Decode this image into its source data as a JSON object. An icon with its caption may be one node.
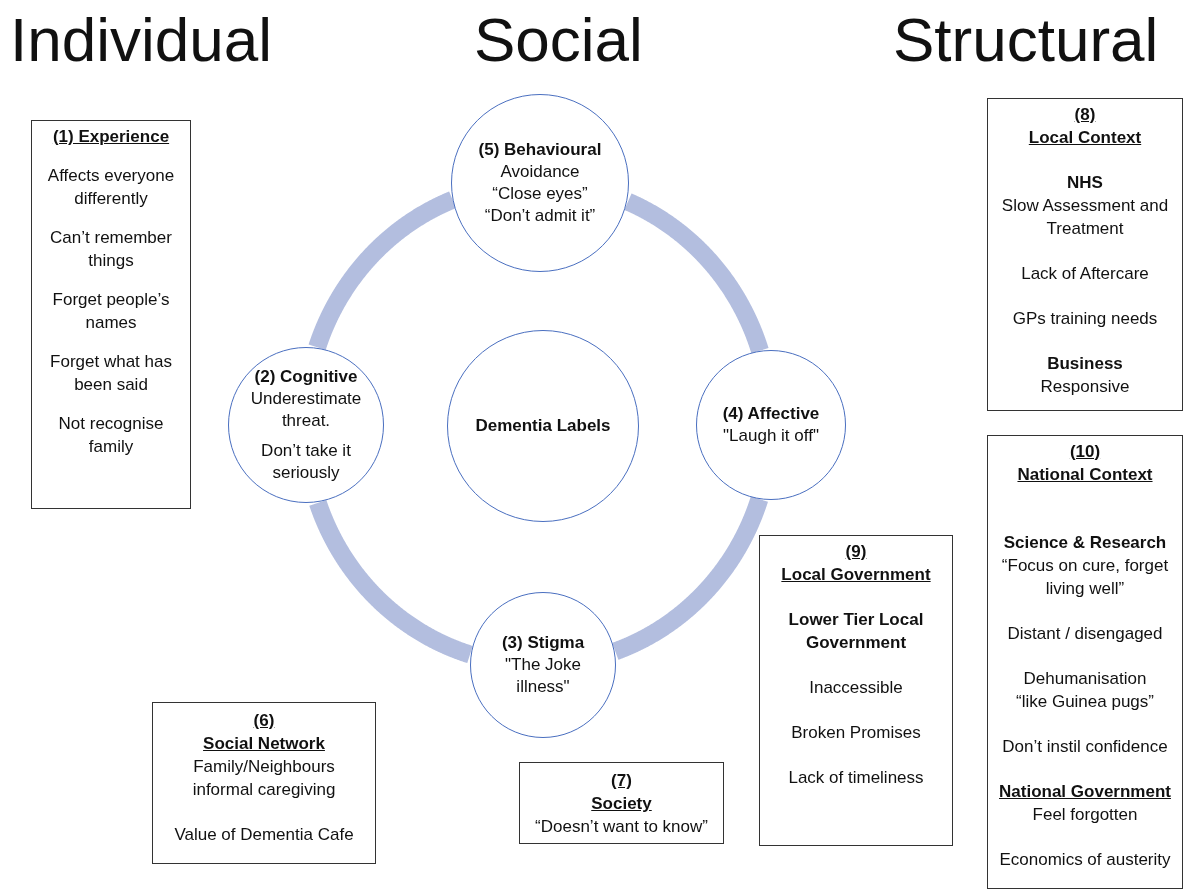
{
  "diagram": {
    "nodes": [
      {
        "text": [
          "(1) Experience",
          "Affects everyone differently",
          "Can’t remember things",
          "Forget people’s names",
          "Forget what has been said",
          "Not recognise family"
        ]
      },
      {
        "text": [
          "(5) Behavioural",
          "Avoidance",
          "“Close eyes”",
          "“Don’t admit it”"
        ]
      },
      {
        "text": [
          "(2) Cognitive",
          "Underestimate threat.",
          "Don’t take it seriously"
        ]
      },
      {
        "text": [
          "Dementia Labels"
        ]
      },
      {
        "text": [
          "(4) Affective",
          "\"Laugh it off\""
        ]
      },
      {
        "text": [
          "(3) Stigma",
          "\"The Joke illness\""
        ]
      },
      {
        "text": [
          "(6)",
          "Social Network",
          "Family/Neighbours informal caregiving",
          "Value of Dementia Cafe"
        ]
      },
      {
        "text": [
          "(7)",
          "Society",
          "“Doesn’t want to know”"
        ]
      },
      {
        "text": [
          "(8)",
          "Local Context",
          "NHS",
          "Slow Assessment and Treatment",
          "Lack of Aftercare",
          "GPs training needs",
          "Business",
          "Responsive"
        ]
      },
      {
        "text": [
          "(9)",
          "Local Government",
          "Lower Tier Local Government",
          "Inaccessible",
          "Broken Promises",
          "Lack of timeliness"
        ]
      },
      {
        "text": [
          "(10)",
          "National Context",
          "Science & Research",
          "“Focus on cure, forget living well”",
          "Distant / disengaged",
          "Dehumanisation",
          "“like Guinea pugs”",
          "Don’t instil confidence",
          "National Government",
          "Feel forgotten",
          "Economics of austerity"
        ]
      }
    ],
    "edges": [
      {
        "from": 1,
        "to": 4,
        "arrow": "none"
      },
      {
        "from": 4,
        "to": 5,
        "arrow": "none"
      },
      {
        "from": 5,
        "to": 2,
        "arrow": "none"
      },
      {
        "from": 2,
        "to": 1,
        "arrow": "none"
      }
    ],
    "labels": [
      "Individual",
      "Social",
      "Structural"
    ]
  }
}
